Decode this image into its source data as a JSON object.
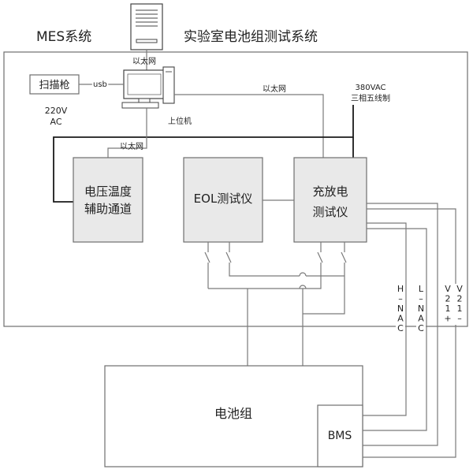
{
  "titles": {
    "mes": "MES系统",
    "lab": "实验室电池组测试系统"
  },
  "labels": {
    "ethernet_top": "以太网",
    "ethernet_right": "以太网",
    "ethernet_aux": "以太网",
    "usb": "usb",
    "host_pc": "上位机",
    "power_220_l1": "220V",
    "power_220_l2": "AC",
    "power_380_l1": "380VAC",
    "power_380_l2": "三相五线制"
  },
  "boxes": {
    "scanner": "扫描枪",
    "aux_l1": "电压温度",
    "aux_l2": "辅助通道",
    "eol": "EOL测试仪",
    "charger_l1": "充放电",
    "charger_l2": "测试仪",
    "battery": "电池组",
    "bms": "BMS"
  },
  "signals": [
    {
      "id": "h-nac",
      "chars": [
        "H",
        "–",
        "N",
        "A",
        "C"
      ]
    },
    {
      "id": "l-nac",
      "chars": [
        "L",
        "–",
        "N",
        "A",
        "C"
      ]
    },
    {
      "id": "v21p",
      "chars": [
        "V",
        "2",
        "1",
        "+"
      ]
    },
    {
      "id": "v21m",
      "chars": [
        "V",
        "2",
        "1",
        "–"
      ]
    }
  ],
  "icons": [
    "server-tower-icon",
    "desktop-computer-icon"
  ]
}
